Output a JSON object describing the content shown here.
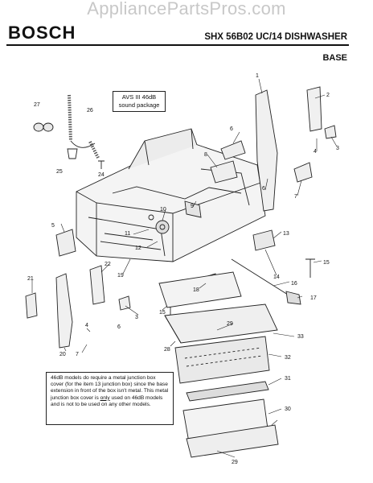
{
  "watermark": "AppliancePartsPros.com",
  "header": {
    "brand": "BOSCH",
    "model": "SHX 56B02 UC/14 DISHWASHER",
    "section": "BASE"
  },
  "sound_note": {
    "line1": "AVS III 46dB",
    "line2": "sound package"
  },
  "junction_note": {
    "before": "46dB models do require a metal junction box cover (for the item 13 junction box) since the base extension in front of the box isn't metal. This metal junction box cover is ",
    "emphasis": "only",
    "after": " used on 46dB models and is not to be used on any other models."
  },
  "callouts": {
    "c1": "1",
    "c2": "2",
    "c3a": "3",
    "c3b": "3",
    "c4a": "4",
    "c4b": "4",
    "c6a": "6",
    "c6b": "6",
    "c6c": "6",
    "c7a": "7",
    "c7b": "7",
    "c8": "8",
    "c9": "9",
    "c10": "10",
    "c11": "11",
    "c12": "12",
    "c13": "13",
    "c14": "14",
    "c15a": "15",
    "c15b": "15",
    "c16": "16",
    "c17": "17",
    "c18": "18",
    "c19": "19",
    "c20": "20",
    "c21": "21",
    "c22": "22",
    "c24": "24",
    "c25": "25",
    "c26": "26",
    "c27": "27",
    "c28": "28",
    "c29a": "29",
    "c29b": "29",
    "c30": "30",
    "c31": "31",
    "c32": "32",
    "c33": "33",
    "c5": "5"
  }
}
